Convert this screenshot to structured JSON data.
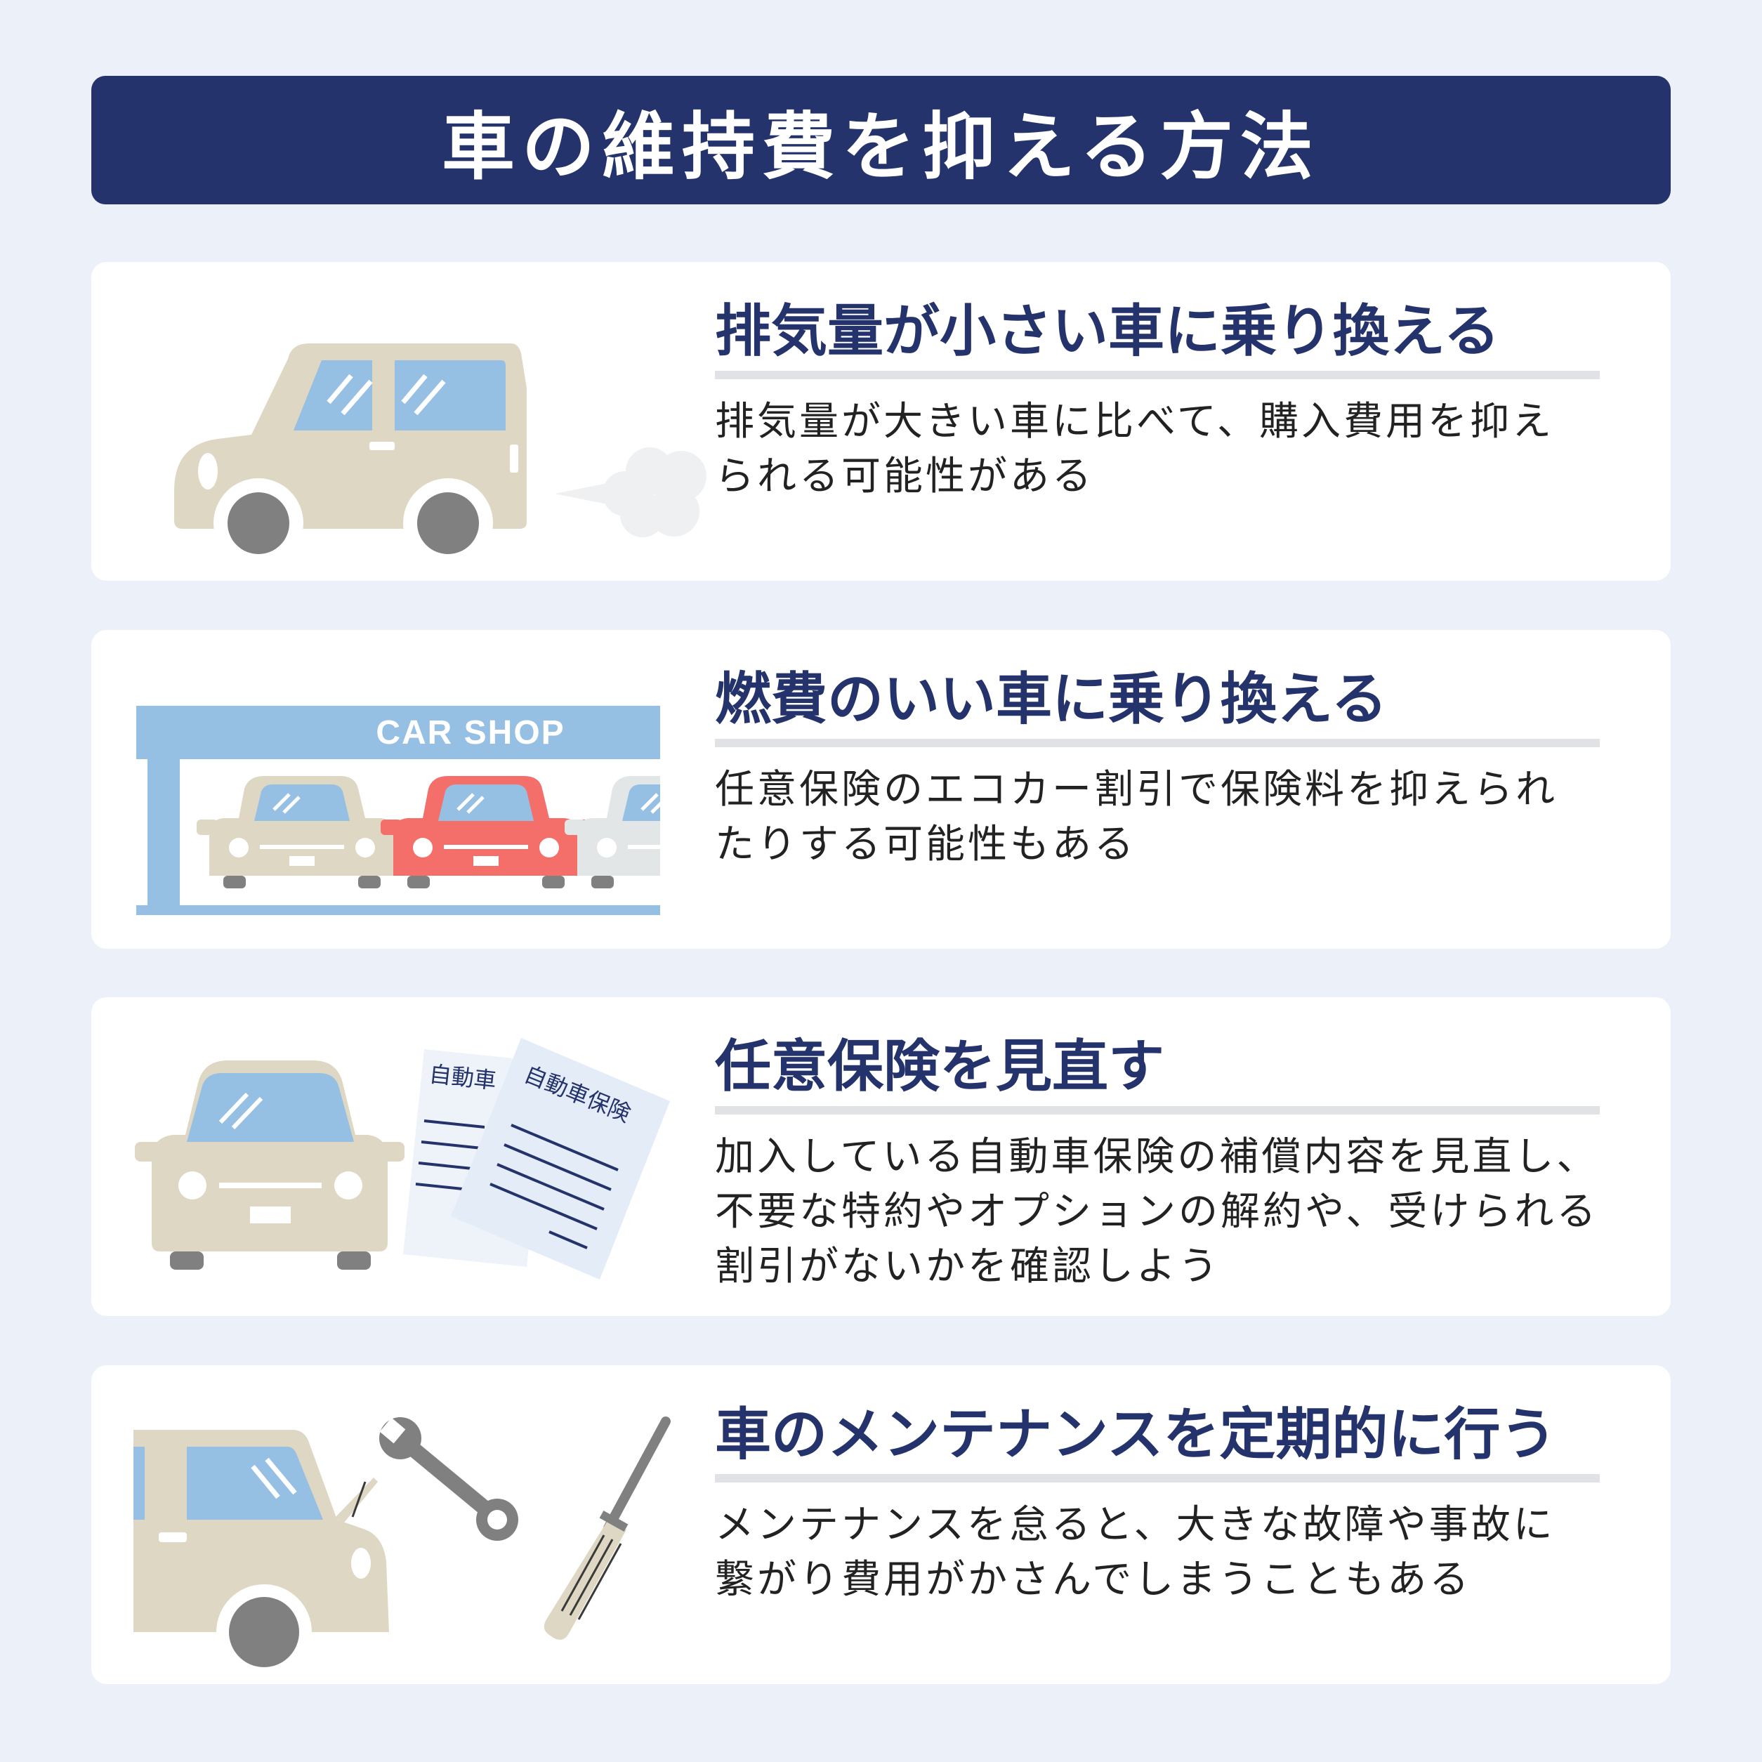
{
  "header": {
    "title": "車の維持費を抑える方法"
  },
  "cards": [
    {
      "title": "排気量が小さい車に乗り換える",
      "desc": "排気量が大きい車に比べて、購入費用を抑え\nられる可能性がある"
    },
    {
      "title": "燃費のいい車に乗り換える",
      "desc": "任意保険のエコカー割引で保険料を抑えられ\nたりする可能性もある",
      "shop_sign": "CAR SHOP"
    },
    {
      "title": "任意保険を見直す",
      "desc": "加入している自動車保険の補償内容を見直し、\n不要な特約やオプションの解約や、受けられる\n割引がないかを確認しよう",
      "doc_back_label": "自動車",
      "doc_front_label": "自動車保険"
    },
    {
      "title": "車のメンテナンスを定期的に行う",
      "desc": "メンテナンスを怠ると、大きな故障や事故に\n繋がり費用がかさんでしまうこともある"
    }
  ],
  "colors": {
    "background": "#ecf1f9",
    "header": "#24336b",
    "car_body": "#ded7c3",
    "window": "#96bfe4",
    "tire": "#808080",
    "red_car": "#f56f6a",
    "shop": "#96bfe4"
  }
}
